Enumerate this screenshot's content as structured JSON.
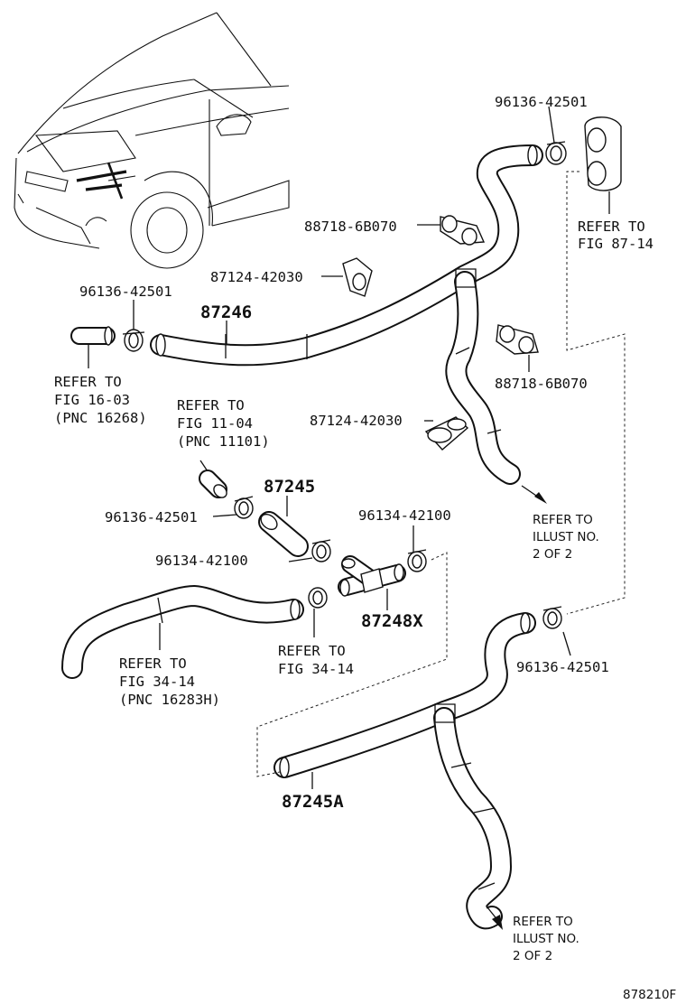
{
  "diagram": {
    "figure_code": "878210F",
    "labels": {
      "clamp_top_right": "96136-42501",
      "refer_87_14_a": "REFER TO",
      "refer_87_14_b": "FIG 87-14",
      "clip_88718_top": "88718-6B070",
      "clip_87124_top": "87124-42030",
      "clamp_left": "96136-42501",
      "hose_87246": "87246",
      "refer_16_03_a": "REFER TO",
      "refer_16_03_b": "FIG 16-03",
      "refer_16_03_c": "(PNC 16268)",
      "clip_88718_mid": "88718-6B070",
      "clip_87124_mid": "87124-42030",
      "refer_11_04_a": "REFER TO",
      "refer_11_04_b": "FIG 11-04",
      "refer_11_04_c": "(PNC 11101)",
      "hose_87245": "87245",
      "clamp_mid_left": "96136-42501",
      "clamp_96134_right": "96134-42100",
      "refer_illust_1_a": "REFER TO",
      "refer_illust_1_b": "ILLUST NO.",
      "refer_illust_1_c": "2 OF 2",
      "clamp_96134_left": "96134-42100",
      "joint_87248x": "87248X",
      "refer_34_14_a": "REFER TO",
      "refer_34_14_b": "FIG 34-14",
      "refer_34_14_c": "(PNC 16283H)",
      "refer_34_14_mid_a": "REFER TO",
      "refer_34_14_mid_b": "FIG 34-14",
      "clamp_lower_right": "96136-42501",
      "hose_87245a": "87245A",
      "refer_illust_2_a": "REFER TO",
      "refer_illust_2_b": "ILLUST NO.",
      "refer_illust_2_c": "2 OF 2"
    }
  }
}
